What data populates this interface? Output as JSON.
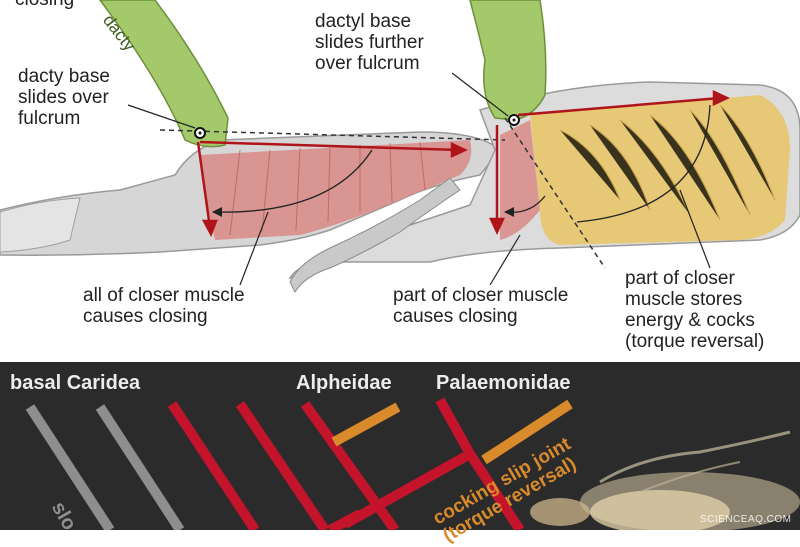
{
  "top_panel": {
    "labels": {
      "closing_partial": "closing",
      "dactyl_finger_text": "dacty",
      "dacty_base": "dacty base\nslides over\nfulcrum",
      "dactyl_base": "dactyl base\nslides further\nover fulcrum",
      "all_closer": "all of closer muscle\ncauses closing",
      "part_closing": "part of closer muscle\ncauses closing",
      "part_stores": "part of closer\nmuscle stores\nenergy & cocks\n(torque reversal)"
    }
  },
  "bottom_panel": {
    "labels": {
      "basal_caridea": "basal Caridea",
      "alpheidae": "Alpheidae",
      "palaemonidae": "Palaemonidae",
      "cocking_slip_joint": "cocking slip joint\n(torque reversal)",
      "slow_partial": "slo"
    },
    "colors": {
      "background": "#2b2b2b",
      "gray_lineage": "#8e8e8e",
      "red_lineage": "#c4142c",
      "orange_trait": "#d98a2b"
    }
  },
  "watermark": "SCIENCEAQ.COM"
}
